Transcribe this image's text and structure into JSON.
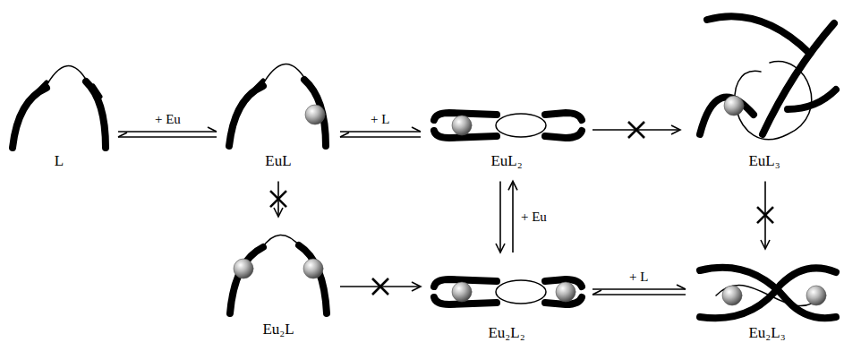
{
  "diagram": {
    "nodes": [
      {
        "text": [
          "L"
        ]
      },
      {
        "text": [
          "EuL"
        ]
      },
      {
        "text": [
          "EuL₂"
        ]
      },
      {
        "text": [
          "EuL₃"
        ]
      },
      {
        "text": [
          "Eu₂L"
        ]
      },
      {
        "text": [
          "Eu₂L₂"
        ]
      },
      {
        "text": [
          "Eu₂L₃"
        ]
      }
    ],
    "edges": [
      {
        "from": 0,
        "to": 1,
        "arrow": "both",
        "label": "+ Eu"
      },
      {
        "from": 1,
        "to": 2,
        "arrow": "both",
        "label": "+ L"
      },
      {
        "from": 2,
        "to": 3,
        "arrow": "to"
      },
      {
        "from": 1,
        "to": 4,
        "arrow": "to"
      },
      {
        "from": 4,
        "to": 5,
        "arrow": "to"
      },
      {
        "from": 2,
        "to": 5,
        "arrow": "both",
        "label": "+ Eu"
      },
      {
        "from": 5,
        "to": 6,
        "arrow": "both",
        "label": "+ L"
      },
      {
        "from": 3,
        "to": 6,
        "arrow": "to"
      }
    ]
  }
}
